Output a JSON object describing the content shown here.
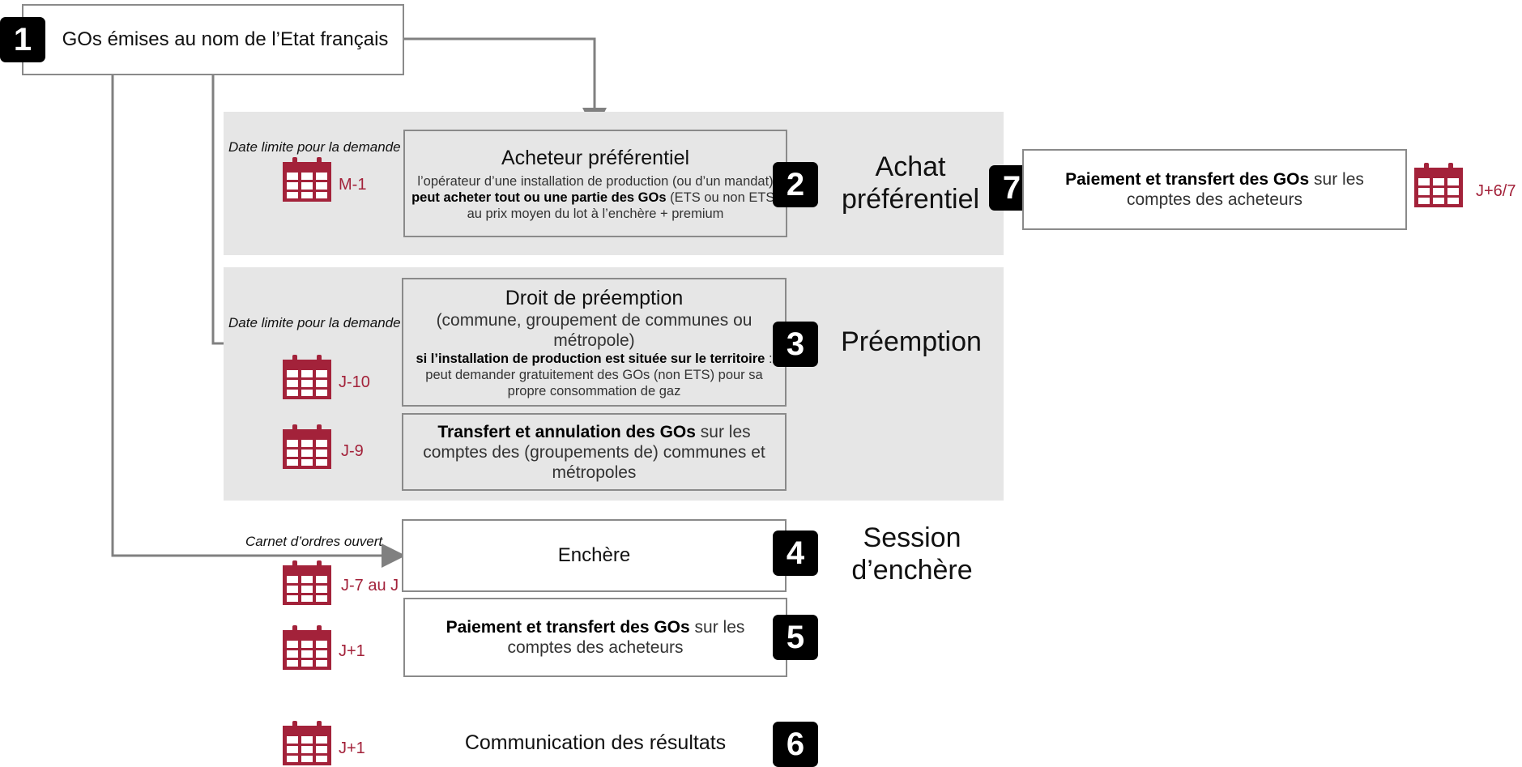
{
  "colors": {
    "accent": "#a3223a",
    "panel": "#e6e6e6",
    "border": "#8a8a8a",
    "badge": "#000000"
  },
  "step1": {
    "badge": "1",
    "text": "GOs émises au nom de l’Etat français"
  },
  "step2": {
    "badge": "2",
    "deadline": "Date limite pour la demande",
    "date": "M-1",
    "title": "Acheteur préférentiel",
    "desc_pre": "l’opérateur d’une installation de production (ou d’un mandat) ",
    "desc_bold": "peut acheter tout ou une partie des GOs",
    "desc_post": " (ETS ou non ETS) au prix moyen du lot à l’enchère + premium"
  },
  "phase_achat": {
    "line1": "Achat",
    "line2": "préférentiel"
  },
  "step7": {
    "badge": "7",
    "text_bold": "Paiement et transfert des GOs",
    "text_rest": " sur les comptes des acheteurs",
    "date": "J+6/7"
  },
  "step3": {
    "badge": "3",
    "deadline": "Date limite pour la demande",
    "date": "J-10",
    "title": "Droit de préemption",
    "subtitle": "(commune, groupement de communes ou métropole)",
    "desc_bold": "si l’installation de production est située sur le territoire",
    "desc_rest": " : peut demander gratuitement des GOs (non ETS) pour sa propre consommation de gaz"
  },
  "phase_preemption": {
    "label": "Préemption"
  },
  "step3b": {
    "date": "J-9",
    "text_bold": "Transfert et annulation des GOs",
    "text_rest": " sur les comptes des (groupements de) communes et métropoles"
  },
  "step4": {
    "badge": "4",
    "deadline": "Carnet d’ordres ouvert",
    "date": "J-7 au J",
    "title": "Enchère"
  },
  "phase_session": {
    "line1": "Session",
    "line2": "d’enchère"
  },
  "step5": {
    "badge": "5",
    "date": "J+1",
    "text_bold": "Paiement et transfert des GOs",
    "text_rest": " sur les comptes des acheteurs"
  },
  "step6": {
    "badge": "6",
    "date": "J+1",
    "text": "Communication des résultats"
  },
  "icons": {
    "calendar": "calendar-icon"
  }
}
